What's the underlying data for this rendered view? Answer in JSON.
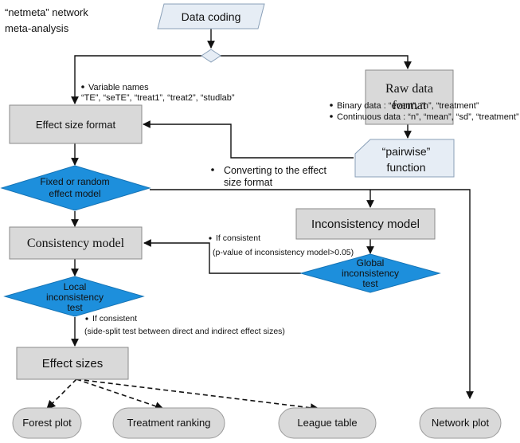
{
  "header": {
    "line1": "“netmeta” network",
    "line2": "meta-analysis"
  },
  "nodes": {
    "data_coding": "Data coding",
    "raw_data_format": [
      "Raw data",
      "format"
    ],
    "effect_size_format": "Effect size format",
    "pairwise_function": [
      "“pairwise”",
      "function"
    ],
    "fixed_random": [
      "Fixed or random",
      "effect model"
    ],
    "inconsistency_model": "Inconsistency model",
    "consistency_model": "Consistency model",
    "global_inconsistency": [
      "Global",
      "inconsistency",
      "test"
    ],
    "local_inconsistency": [
      "Local",
      "inconsistency",
      "test"
    ],
    "effect_sizes": "Effect sizes",
    "forest_plot": "Forest plot",
    "treatment_ranking": "Treatment ranking",
    "league_table": "League table",
    "network_plot": "Network plot"
  },
  "notes": {
    "variable_names": [
      "Variable names",
      "“TE”, “seTE”, “treat1”, “treat2”, “studlab”"
    ],
    "binary_data": "Binary data : “event”, “n”, “treatment”",
    "continuous_data": "Continuous data : “n”, “mean”, “sd”, “treatment”",
    "converting": [
      "Converting to the effect",
      "size format"
    ],
    "if_consistent_global": [
      "If consistent",
      "(p-value of inconsistency model>0.05)"
    ],
    "if_consistent_local": [
      "If consistent",
      "(side-split test between direct and indirect effect sizes)"
    ]
  },
  "colors": {
    "decision_fill": "#1d8fdc",
    "process_fill": "#d9d9d9",
    "io_fill": "#e6edf5"
  }
}
